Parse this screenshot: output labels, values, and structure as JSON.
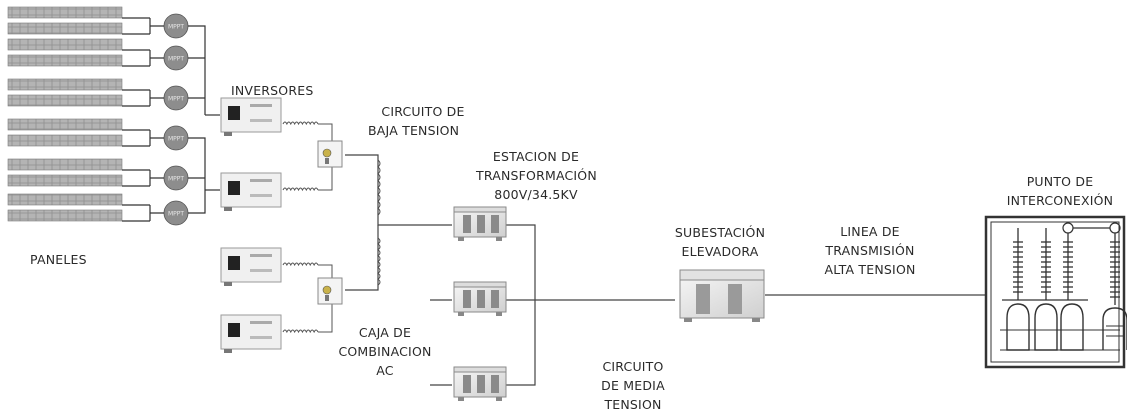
{
  "labels": {
    "paneles": "PANELES",
    "mppt": "MPPT",
    "inversores": "INVERSORES",
    "circuito_baja": [
      "CIRCUITO DE",
      "BAJA TENSION"
    ],
    "estacion": [
      "ESTACION DE",
      "TRANSFORMACIÓN",
      "800V/34.5KV"
    ],
    "caja": [
      "CAJA DE",
      "COMBINACION",
      "AC"
    ],
    "circuito_media": [
      "CIRCUITO",
      "DE MEDIA",
      "TENSION"
    ],
    "subestacion": [
      "SUBESTACIÓN",
      "ELEVADORA"
    ],
    "linea": [
      "LINEA DE",
      "TRANSMISIÓN",
      "ALTA TENSION"
    ],
    "punto": [
      "PUNTO DE",
      "INTERCONEXIÓN"
    ]
  }
}
